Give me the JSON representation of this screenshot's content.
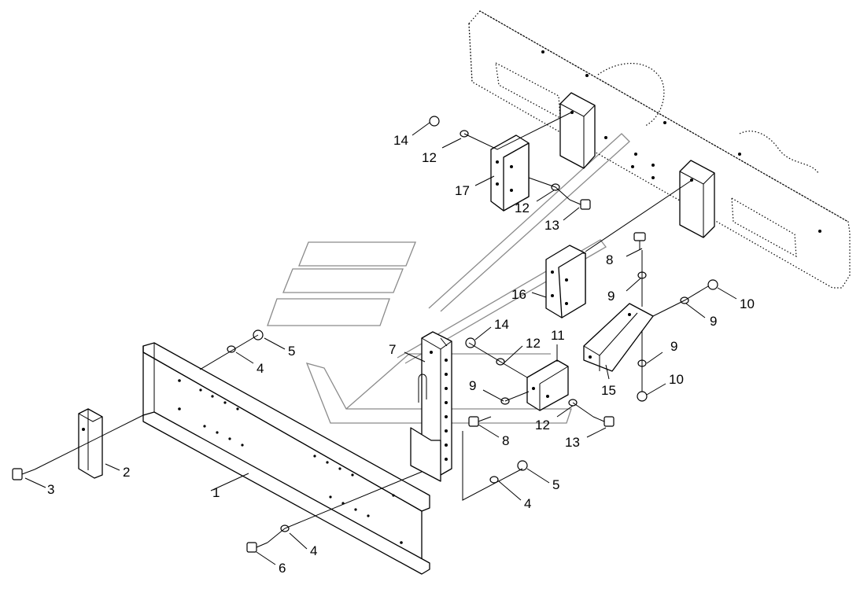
{
  "callouts": [
    {
      "id": "c1",
      "text": "1"
    },
    {
      "id": "c2",
      "text": "2"
    },
    {
      "id": "c3",
      "text": "3"
    },
    {
      "id": "c4a",
      "text": "4"
    },
    {
      "id": "c4b",
      "text": "4"
    },
    {
      "id": "c4c",
      "text": "4"
    },
    {
      "id": "c5a",
      "text": "5"
    },
    {
      "id": "c5b",
      "text": "5"
    },
    {
      "id": "c6",
      "text": "6"
    },
    {
      "id": "c7",
      "text": "7"
    },
    {
      "id": "c8a",
      "text": "8"
    },
    {
      "id": "c8b",
      "text": "8"
    },
    {
      "id": "c9a",
      "text": "9"
    },
    {
      "id": "c9b",
      "text": "9"
    },
    {
      "id": "c9c",
      "text": "9"
    },
    {
      "id": "c9d",
      "text": "9"
    },
    {
      "id": "c10a",
      "text": "10"
    },
    {
      "id": "c10b",
      "text": "10"
    },
    {
      "id": "c11",
      "text": "11"
    },
    {
      "id": "c12a",
      "text": "12"
    },
    {
      "id": "c12b",
      "text": "12"
    },
    {
      "id": "c12c",
      "text": "12"
    },
    {
      "id": "c12d",
      "text": "12"
    },
    {
      "id": "c13a",
      "text": "13"
    },
    {
      "id": "c13b",
      "text": "13"
    },
    {
      "id": "c14a",
      "text": "14"
    },
    {
      "id": "c14b",
      "text": "14"
    },
    {
      "id": "c15",
      "text": "15"
    },
    {
      "id": "c16",
      "text": "16"
    },
    {
      "id": "c17",
      "text": "17"
    }
  ]
}
